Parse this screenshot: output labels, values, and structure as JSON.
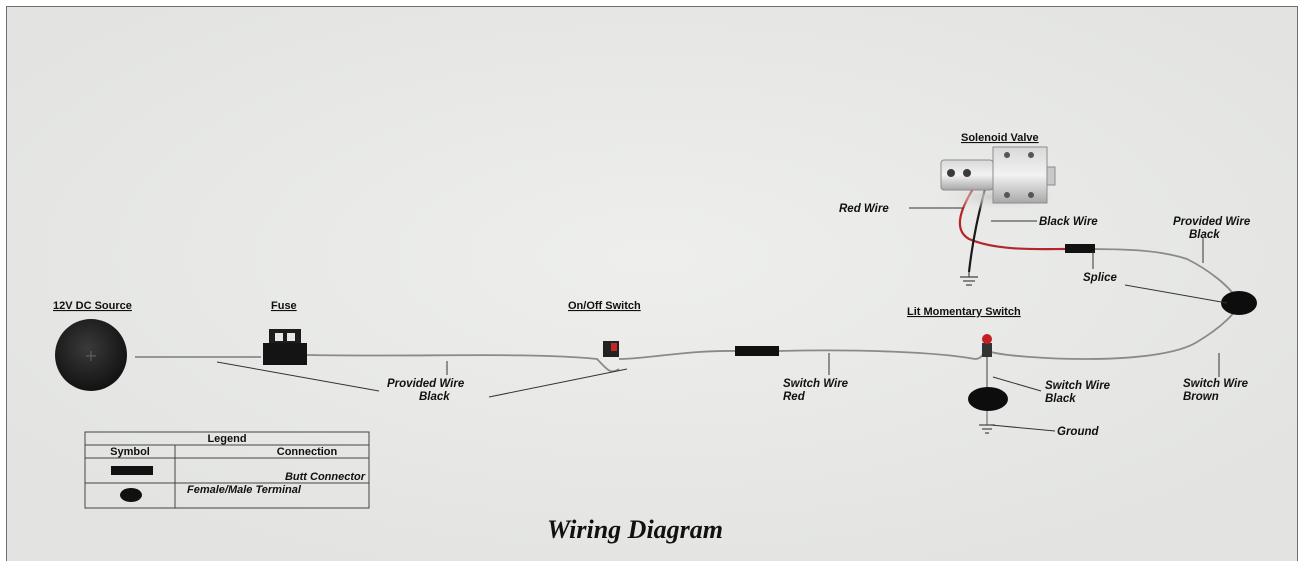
{
  "diagram": {
    "title": "Wiring Diagram",
    "components": {
      "dc_source": "12V DC Source",
      "fuse": "Fuse",
      "on_off_switch": "On/Off Switch",
      "lit_momentary_switch": "Lit Momentary Switch",
      "solenoid_valve": "Solenoid Valve"
    },
    "wire_labels": {
      "provided_wire_line1": "Provided Wire",
      "provided_wire_line2": "Black",
      "switch_wire_red_line1": "Switch Wire",
      "switch_wire_red_line2": "Red",
      "switch_wire_black_line1": "Switch Wire",
      "switch_wire_black_line2": "Black",
      "ground": "Ground",
      "switch_wire_brown_line1": "Switch Wire",
      "switch_wire_brown_line2": "Brown",
      "provided_wire_right_line1": "Provided Wire",
      "provided_wire_right_line2": "Black",
      "splice": "Splice",
      "red_wire": "Red Wire",
      "black_wire": "Black Wire"
    },
    "legend": {
      "title": "Legend",
      "col_symbol": "Symbol",
      "col_connection": "Connection",
      "rows": [
        {
          "symbol": "butt-connector-symbol",
          "connection": "Butt Connector"
        },
        {
          "symbol": "terminal-symbol",
          "connection": "Female/Male Terminal"
        }
      ]
    },
    "colors": {
      "background": "#e7e8e6",
      "wire_gray": "#8a8a8a",
      "red_wire": "#b3262a",
      "black_wire": "#1a1a1a"
    }
  }
}
